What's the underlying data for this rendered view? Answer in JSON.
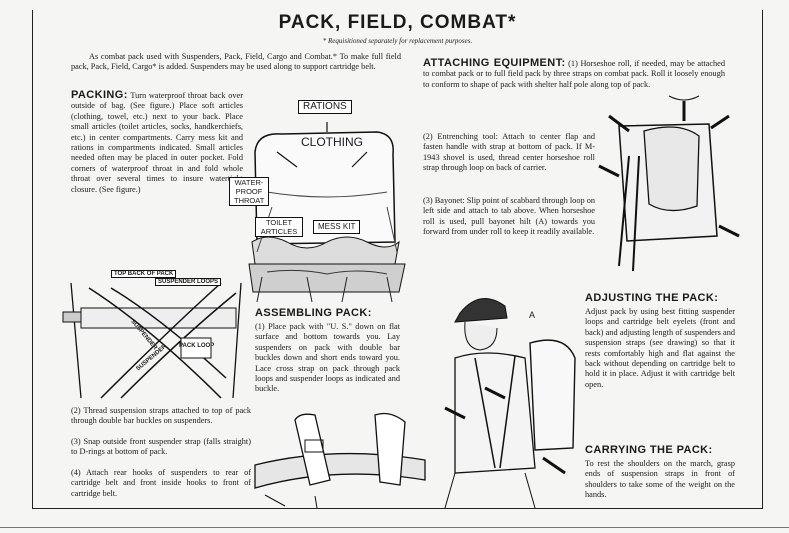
{
  "title": "PACK, FIELD, COMBAT*",
  "subtitle": "* Requisitioned separately for replacement purposes.",
  "intro": "As combat pack used with Suspenders, Pack, Field, Cargo and Combat.* To make full field pack, Pack, Field, Cargo* is added. Suspenders may be used along to support cartridge belt.",
  "packing": {
    "heading": "PACKING:",
    "text": "Turn waterproof throat back over outside of bag. (See figure.) Place soft articles (clothing, towel, etc.) next to your back. Place small articles (toilet articles, socks, handkerchiefs, etc.) in center compartments. Carry mess kit and rations in compartments indicated. Small articles needed often may be placed in outer pocket. Fold corners of waterproof throat in and fold whole throat over several times to insure watertight closure. (See figure.)",
    "labels": [
      "RATIONS",
      "CLOTHING",
      "WATER-PROOF THROAT",
      "TOILET ARTICLES",
      "MESS KIT"
    ]
  },
  "strap_labels": [
    "TOP BACK OF PACK",
    "SUSPENDER LOOPS",
    "PACK LOOP",
    "SUSPENDER",
    "SUSPENDER"
  ],
  "suspension_steps": [
    "(2) Thread suspension straps attached to top of pack through double bar buckles on suspenders.",
    "(3) Snap outside front suspender strap (falls straight) to D-rings at bottom of pack.",
    "(4) Attach rear hooks of suspenders to rear of cartridge belt and front inside hooks to front of cartridge belt."
  ],
  "assembling": {
    "heading": "ASSEMBLING PACK:",
    "text": "(1) Place pack with \"U. S.\" down on flat surface and bottom towards you. Lay suspenders on pack with double bar buckles down and short ends toward you. Lace cross strap on pack through pack loops and suspender loops as indicated and buckle."
  },
  "attaching": {
    "heading": "ATTACHING EQUIPMENT:",
    "items": [
      "(1) Horseshoe roll, if needed, may be attached to combat pack or to full field pack by three straps on combat pack. Roll it loosely enough to conform to shape of pack with shelter half pole along top of pack.",
      "(2) Entrenching tool: Attach to center flap and fasten handle with strap at bottom of pack. If M-1943 shovel is used, thread center horseshoe roll strap through loop on back of carrier.",
      "(3) Bayonet: Slip point of scabbard through loop on left side and attach to tab above. When horseshoe roll is used, pull bayonet hilt (A) towards you forward from under roll to keep it readily available."
    ],
    "marker": "A"
  },
  "adjusting": {
    "heading": "ADJUSTING THE PACK:",
    "text": "Adjust pack by using best fitting suspender loops and cartridge belt eyelets (front and back) and adjusting length of suspenders and suspension straps (see drawing) so that it rests comfortably high and flat against the back without depending on cartridge belt to hold it in place. Adjust it with cartridge belt open."
  },
  "carrying": {
    "heading": "CARRYING THE PACK:",
    "text": "To rest the shoulders on the march, grasp ends of suspension straps in front of shoulders to take some of the weight on the hands."
  }
}
